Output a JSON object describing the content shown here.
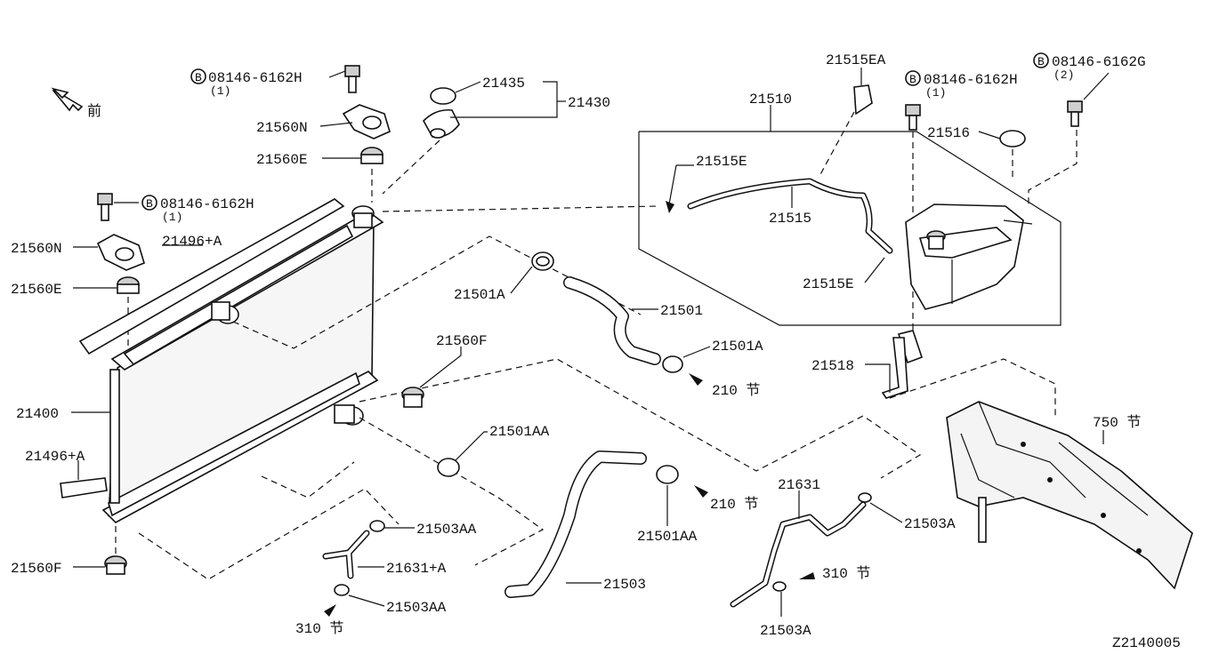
{
  "labels": {
    "front": "前",
    "bolt_h_top": "08146-6162H",
    "qty_1_top": "(1)",
    "p21560N_top": "21560N",
    "p21560E_top": "21560E",
    "p21435": "21435",
    "p21430": "21430",
    "bolt_h_left": "08146-6162H",
    "qty_1_left": "(1)",
    "p21560N_left": "21560N",
    "p21496A_top": "21496+A",
    "p21560E_left": "21560E",
    "p21400": "21400",
    "p21496A_bottom": "21496+A",
    "p21560F_left": "21560F",
    "p21501A_left": "21501A",
    "p21501": "21501",
    "p21501A_right": "21501A",
    "ref210_a": "210 节",
    "p21560F_mid": "21560F",
    "p21501AA_top": "21501AA",
    "p21501AA_bottom": "21501AA",
    "ref210_b": "210 节",
    "p21503AA_top": "21503AA",
    "p21631A": "21631+A",
    "p21503AA_bottom": "21503AA",
    "ref310_a": "310 节",
    "p21503": "21503",
    "p21515EA": "21515EA",
    "p21510": "21510",
    "bolt_h_right": "08146-6162H",
    "qty_1_right": "(1)",
    "bolt_g": "08146-6162G",
    "qty_2": "(2)",
    "p21516": "21516",
    "p21515E_top": "21515E",
    "p21515": "21515",
    "p21515E_bottom": "21515E",
    "p21518": "21518",
    "ref750": "750 节",
    "p21631": "21631",
    "p21503A_right": "21503A",
    "ref310_b": "310 节",
    "p21503A_bottom": "21503A",
    "diagram_code": "Z2140005",
    "bolt_marker": "B"
  },
  "icons": [
    "front-arrow-icon",
    "flow-arrow-icon",
    "bolt-symbol-icon"
  ]
}
